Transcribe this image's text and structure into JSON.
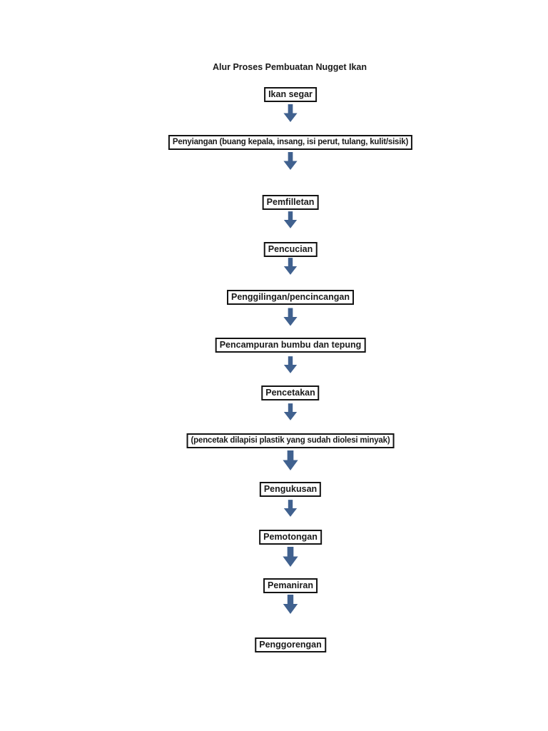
{
  "flowchart": {
    "title": "Alur Proses Pembuatan Nugget Ikan",
    "steps": [
      {
        "label": "Ikan segar"
      },
      {
        "label": "Penyiangan (buang kepala, insang, isi perut, tulang, kulit/sisik)"
      },
      {
        "label": "Pemfilletan"
      },
      {
        "label": "Pencucian"
      },
      {
        "label": "Penggilingan/pencincangan"
      },
      {
        "label": "Pencampuran bumbu dan tepung"
      },
      {
        "label": "Pencetakan"
      },
      {
        "label": "(pencetak dilapisi plastik yang sudah diolesi minyak)"
      },
      {
        "label": "Pengukusan"
      },
      {
        "label": "Pemotongan"
      },
      {
        "label": "Pemaniran"
      },
      {
        "label": "Penggorengan"
      }
    ],
    "arrow_color": "#40618F",
    "box_border_color": "#141414",
    "text_color": "#1a1a1a",
    "background_color": "#ffffff"
  }
}
